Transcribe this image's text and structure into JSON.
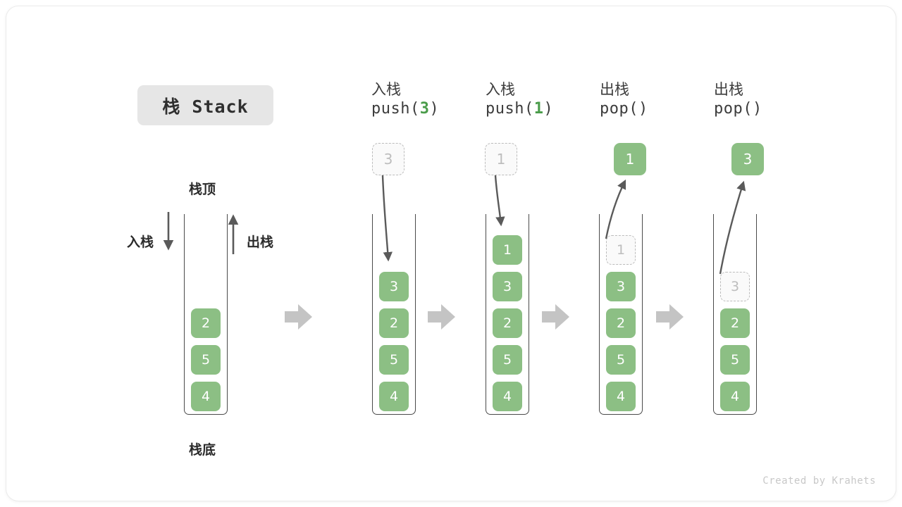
{
  "title": "栈 Stack",
  "labels": {
    "top": "栈顶",
    "bottom": "栈底",
    "push_side": "入栈",
    "pop_side": "出栈"
  },
  "footer": "Created by Krahets",
  "colors": {
    "element": "#8cbf84",
    "accent_text": "#4a9c4a",
    "ghost_border": "#bcbcbc",
    "tube": "#4a4a4a",
    "separator": "#c4c4c4",
    "badge_bg": "#e6e6e6"
  },
  "steps": [
    {
      "id": "initial",
      "caption_cn": "",
      "caption_code": "",
      "caption_arg": "",
      "stack": [
        "2",
        "5",
        "4"
      ],
      "floating": null,
      "ghost_in_stack": null
    },
    {
      "id": "push-3",
      "caption_cn": "入栈",
      "caption_code_prefix": "push(",
      "caption_arg": "3",
      "caption_code_suffix": ")",
      "stack": [
        "3",
        "2",
        "5",
        "4"
      ],
      "floating": {
        "value": "3",
        "style": "ghost",
        "direction": "in"
      },
      "ghost_in_stack": null
    },
    {
      "id": "push-1",
      "caption_cn": "入栈",
      "caption_code_prefix": "push(",
      "caption_arg": "1",
      "caption_code_suffix": ")",
      "stack": [
        "1",
        "3",
        "2",
        "5",
        "4"
      ],
      "floating": {
        "value": "1",
        "style": "ghost",
        "direction": "in"
      },
      "ghost_in_stack": null
    },
    {
      "id": "pop-1",
      "caption_cn": "出栈",
      "caption_code_prefix": "pop(",
      "caption_arg": "",
      "caption_code_suffix": ")",
      "stack": [
        "3",
        "2",
        "5",
        "4"
      ],
      "floating": {
        "value": "1",
        "style": "solid",
        "direction": "out"
      },
      "ghost_in_stack": {
        "value": "1"
      }
    },
    {
      "id": "pop-3",
      "caption_cn": "出栈",
      "caption_code_prefix": "pop(",
      "caption_arg": "",
      "caption_code_suffix": ")",
      "stack": [
        "2",
        "5",
        "4"
      ],
      "floating": {
        "value": "3",
        "style": "solid",
        "direction": "out"
      },
      "ghost_in_stack": {
        "value": "3"
      }
    }
  ],
  "separators": [
    "arrow-right-icon",
    "arrow-right-icon",
    "arrow-right-icon",
    "arrow-right-icon"
  ]
}
